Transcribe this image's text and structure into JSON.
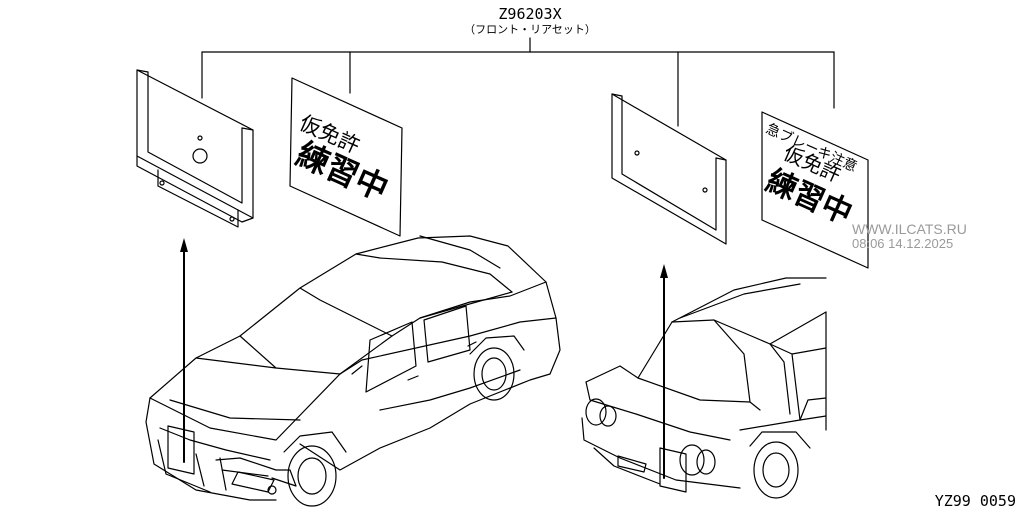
{
  "diagram": {
    "part_number": "Z96203X",
    "part_subtitle": "（フロント・リアセット）",
    "watermark_site": "WWW.ILCATS.RU",
    "watermark_time": "08:06 14.12.2025",
    "figure_code": "YZ99 0059",
    "front_sign": {
      "line1": "仮免許",
      "line2": "練習中"
    },
    "rear_sign": {
      "line0": "急ブレーキ注意",
      "line1": "仮免許",
      "line2": "練習中"
    }
  }
}
